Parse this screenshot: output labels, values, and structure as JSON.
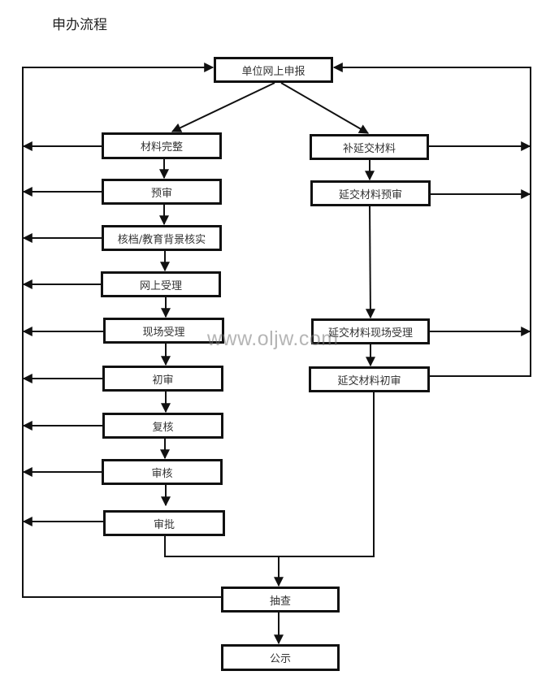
{
  "title": "申办流程",
  "watermark": "www.oljw.com",
  "nodes": {
    "start": "单位网上申报",
    "complete": "材料完整",
    "pre_review": "预审",
    "verify": "核档/教育背景核实",
    "online_accept": "网上受理",
    "onsite_accept": "现场受理",
    "first_review": "初审",
    "recheck": "复核",
    "audit": "审核",
    "approve": "审批",
    "supplement": "补延交材料",
    "late_pre_review": "延交材料预审",
    "late_onsite_accept": "延交材料现场受理",
    "late_first_review": "延交材料初审",
    "spot_check": "抽查",
    "publicize": "公示"
  }
}
